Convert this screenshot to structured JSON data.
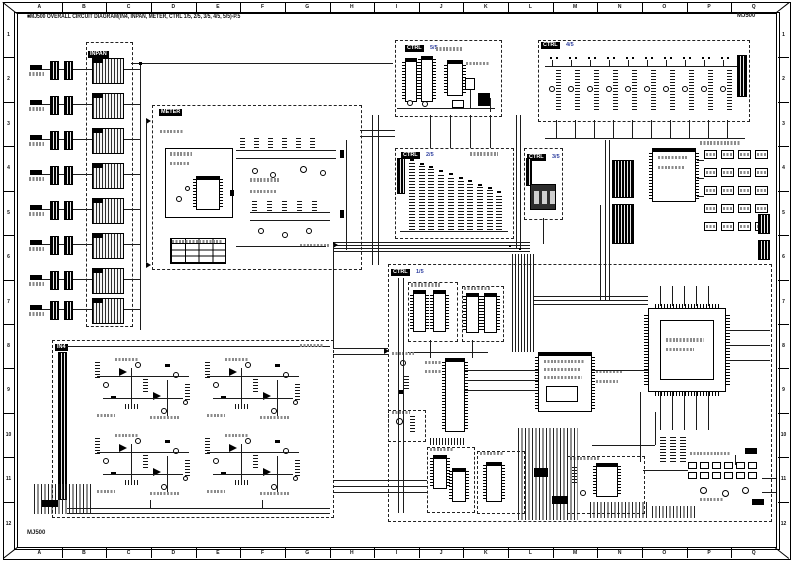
{
  "sheet": {
    "title": "■MJ500 OVERALL CIRCUIT DIAGRAM(IN4, INPAN, METER, CTRL 1/5, 2/5, 3/5, 4/5, 5/5)-P.5",
    "model_top_right": "MJ500",
    "model_bottom_left": "MJ500"
  },
  "grid": {
    "columns": [
      "A",
      "B",
      "C",
      "D",
      "E",
      "F",
      "G",
      "H",
      "I",
      "J",
      "K",
      "L",
      "M",
      "N",
      "O",
      "P",
      "Q"
    ],
    "rows": [
      "1",
      "2",
      "3",
      "4",
      "5",
      "6",
      "7",
      "8",
      "9",
      "10",
      "11",
      "12"
    ]
  },
  "sections": {
    "inpan": {
      "label": "INPAN"
    },
    "meter": {
      "label": "METER"
    },
    "ctrl5": {
      "label": "CTRL",
      "page": "5/5"
    },
    "ctrl4": {
      "label": "CTRL",
      "page": "4/5"
    },
    "ctrl2": {
      "label": "CTRL",
      "page": "2/5"
    },
    "ctrl3": {
      "label": "CTRL",
      "page": "3/5"
    },
    "ctrl1": {
      "label": "CTRL",
      "page": "1/5"
    },
    "in4": {
      "label": "IN4"
    }
  },
  "colors": {
    "ink": "#111111",
    "paper": "#ffffff",
    "page_fraction": "#2e3f9f"
  }
}
